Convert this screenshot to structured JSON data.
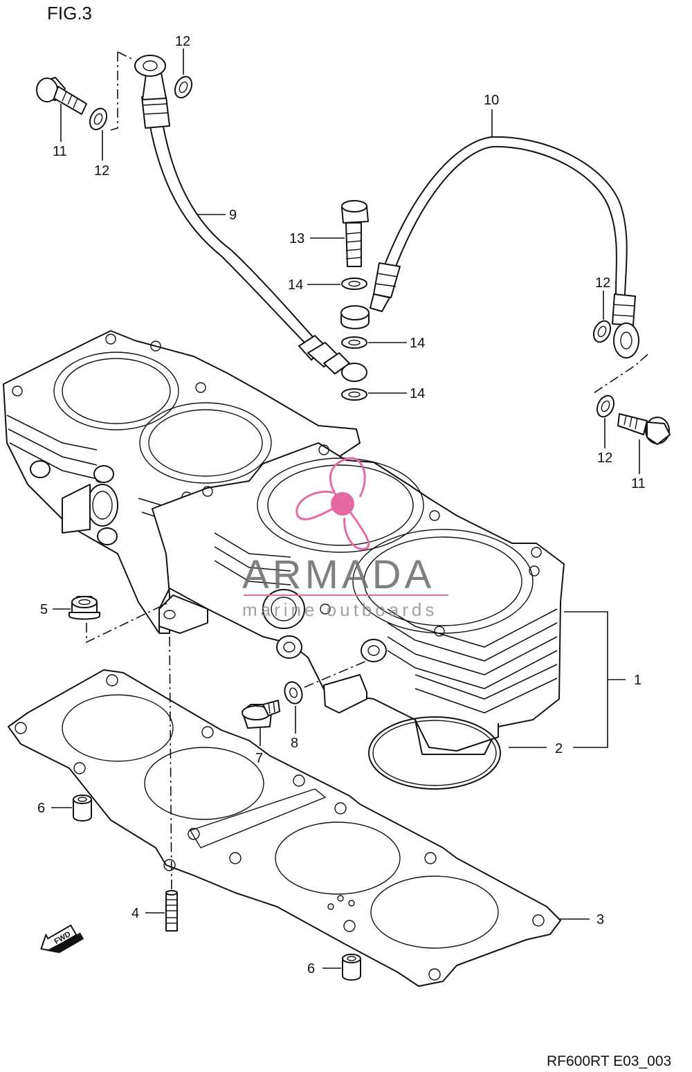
{
  "figure": {
    "title": "FIG.3",
    "code": "RF600RT E03_003"
  },
  "watermark": {
    "brand": "ARMADA",
    "tagline": "marine outboards",
    "color": "#e46aa3"
  },
  "fwd_badge": "FWD",
  "callouts": {
    "c1": "1",
    "c2": "2",
    "c3": "3",
    "c4": "4",
    "c5": "5",
    "c6a": "6",
    "c6b": "6",
    "c7": "7",
    "c8": "8",
    "c9": "9",
    "c10": "10",
    "c11a": "11",
    "c11b": "11",
    "c12a": "12",
    "c12b": "12",
    "c12c": "12",
    "c12d": "12",
    "c13": "13",
    "c14a": "14",
    "c14b": "14",
    "c14c": "14"
  }
}
